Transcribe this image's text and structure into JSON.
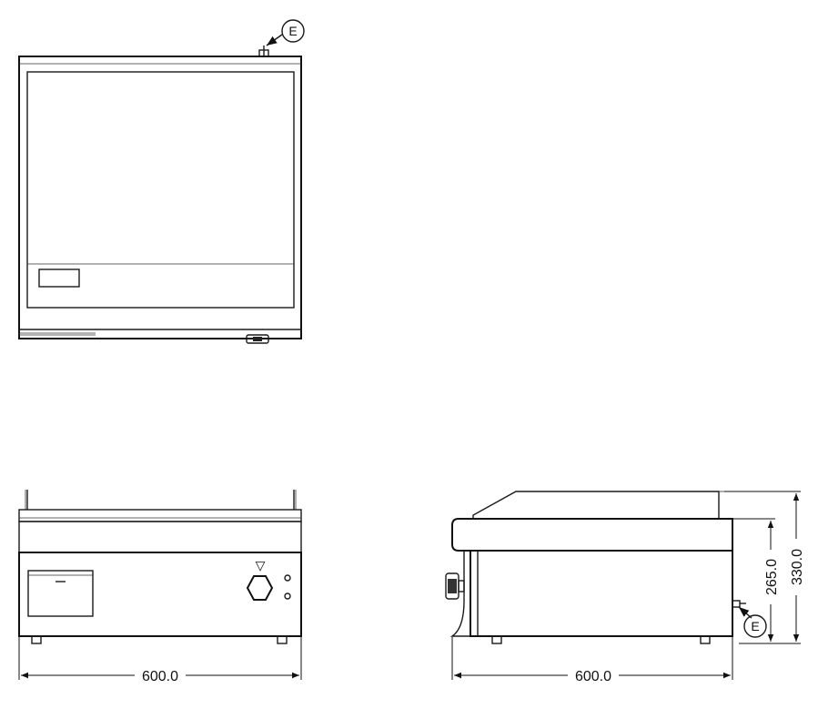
{
  "dimensions": {
    "front_width": "600.0",
    "side_depth": "600.0",
    "height_total": "330.0",
    "height_body": "265.0"
  },
  "callouts": {
    "top_view": "E",
    "side_view": "E"
  },
  "knob_marker": "▽"
}
